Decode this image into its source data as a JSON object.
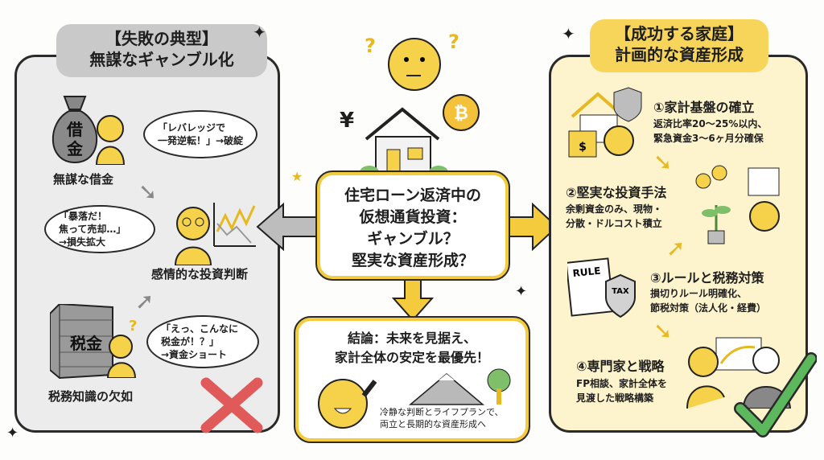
{
  "left": {
    "title_line1": "【失敗の典型】",
    "title_line2": "無謀なギャンブル化",
    "items": [
      {
        "label": "無謀な借金",
        "icon_text": "借金",
        "bubble": [
          "「レバレッジで",
          "一発逆転！」→破綻"
        ]
      },
      {
        "label": "感情的な投資判断",
        "bubble": [
          "「暴落だ！",
          "焦って売却…」",
          "→損失拡大"
        ]
      },
      {
        "label": "税務知識の欠如",
        "icon_text": "税金",
        "bubble": [
          "「えっ、こんなに",
          "税金が！？」",
          "→資金ショート"
        ]
      }
    ]
  },
  "center": {
    "question": [
      "住宅ローン返済中の",
      "仮想通貨投資：",
      "ギャンブル？",
      "堅実な資産形成？"
    ],
    "yen": "¥",
    "conclusion_title": [
      "結論：未来を見据え、",
      "家計全体の安定を最優先！"
    ],
    "conclusion_note": [
      "冷静な判断とライフプランで、",
      "両立と長期的な資産形成へ"
    ]
  },
  "right": {
    "title_line1": "【成功する家庭】",
    "title_line2": "計画的な資産形成",
    "steps": [
      {
        "title": "①家計基盤の確立",
        "desc": [
          "返済比率20〜25%以内、",
          "緊急資金3〜6ヶ月分確保"
        ]
      },
      {
        "title": "②堅実な投資手法",
        "desc": [
          "余剰資金のみ、現物・",
          "分散・ドルコスト積立"
        ]
      },
      {
        "title": "③ルールと税務対策",
        "desc": [
          "損切りルール明確化、",
          "節税対策（法人化・経費）"
        ],
        "icon_rule": "RULE",
        "icon_tax": "TAX"
      },
      {
        "title": "④専門家と戦略",
        "desc": [
          "FP相談、家計全体を",
          "見渡した戦略構築"
        ]
      }
    ]
  },
  "colors": {
    "yellow": "#f3cb3c",
    "light_yellow": "#fdf3cc",
    "grey": "#c9c9c9",
    "light_grey": "#ececec",
    "red": "#e05a5a",
    "green": "#5cb85c"
  }
}
